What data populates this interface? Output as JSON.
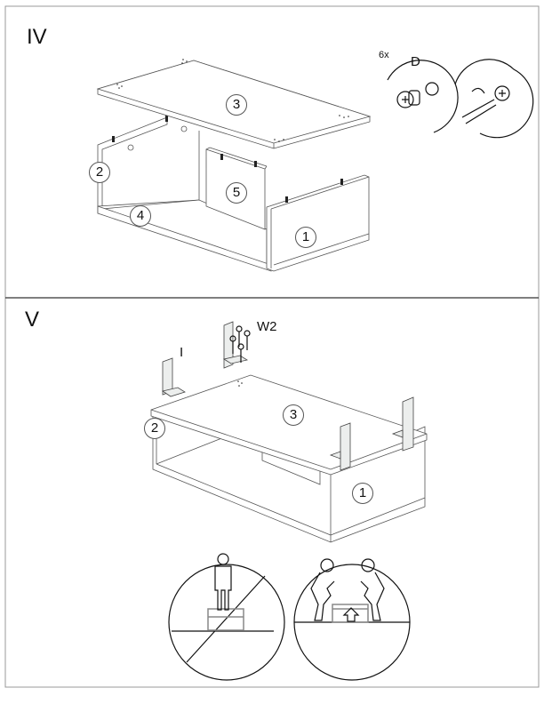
{
  "step_iv": {
    "number": "IV",
    "parts": {
      "p1": "1",
      "p2": "2",
      "p3": "3",
      "p4": "4",
      "p5": "5"
    },
    "detail": {
      "quantity": "6x",
      "fitting": "D"
    }
  },
  "step_v": {
    "number": "V",
    "parts": {
      "p1": "1",
      "p2": "2",
      "p3": "3"
    },
    "bracket_label": "I",
    "screw_label": "W2"
  }
}
